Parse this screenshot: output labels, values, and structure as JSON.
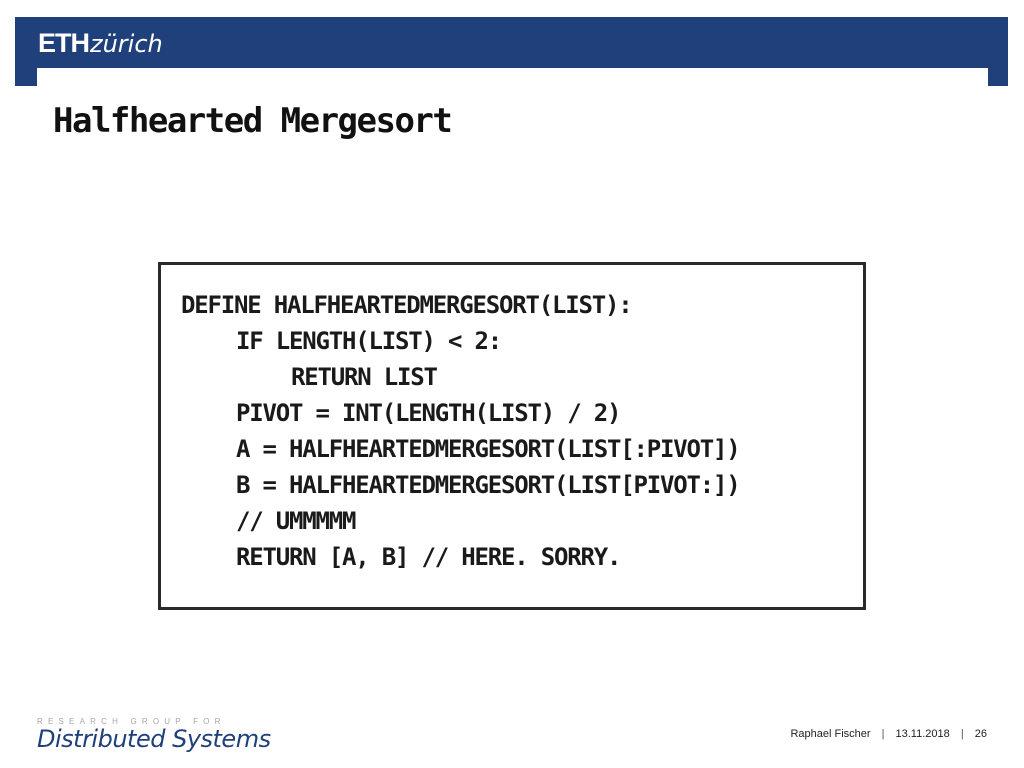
{
  "header": {
    "logo_eth": "ETH",
    "logo_zurich": "zürich"
  },
  "slide": {
    "title": "Halfhearted Mergesort"
  },
  "code": {
    "lines": [
      "DEFINE HALFHEARTEDMERGESORT(LIST):",
      "IF LENGTH(LIST) < 2:",
      "RETURN LIST",
      "PIVOT = INT(LENGTH(LIST) / 2)",
      "A = HALFHEARTEDMERGESORT(LIST[:PIVOT])",
      "B = HALFHEARTEDMERGESORT(LIST[PIVOT:])",
      "// UMMMMM",
      "RETURN [A, B] // HERE. SORRY."
    ]
  },
  "footer": {
    "group_label": "RESEARCH GROUP FOR",
    "group_name": "Distributed Systems",
    "author": "Raphael Fischer",
    "date": "13.11.2018",
    "page_number": "26",
    "separator": "|"
  },
  "colors": {
    "eth_blue": "#1f407a",
    "footer_label_gray": "#a8a8a8"
  }
}
